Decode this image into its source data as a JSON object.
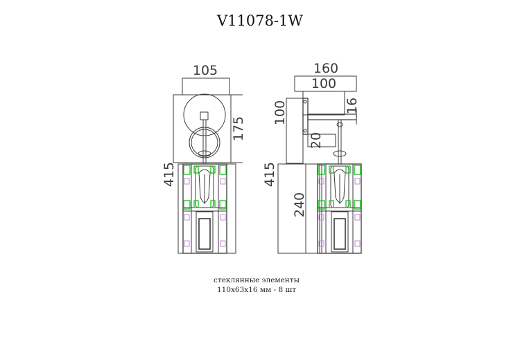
{
  "title": "V11078-1W",
  "front_view": {
    "width_label": "105",
    "height_label": "415",
    "base_height_label": "175"
  },
  "side_view": {
    "depth_label": "160",
    "arm_label": "100",
    "height_label": "415",
    "base_height_label": "100",
    "arm_thickness_label": "16",
    "offset_label": "20",
    "shade_height_label": "240"
  },
  "notes": {
    "line1": "стеклянные элементы",
    "line2": "110x63x16 мм - 8 шт"
  },
  "colors": {
    "line": "#3a3a3a",
    "glass_accent": "#19c019",
    "crystal_accent": "#c08bd0"
  }
}
